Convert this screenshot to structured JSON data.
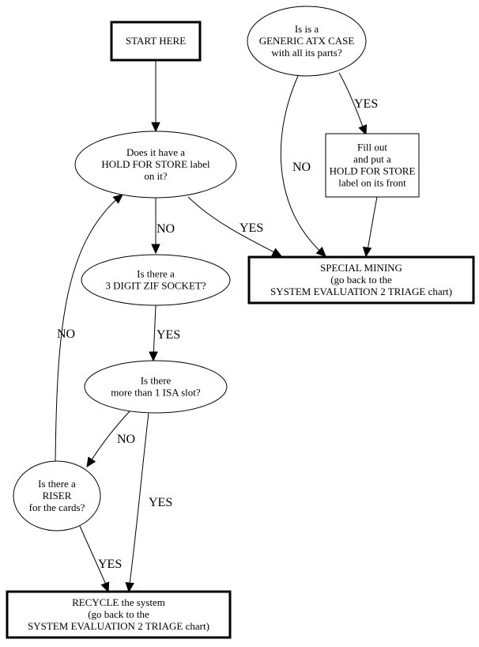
{
  "diagram": {
    "type": "flowchart",
    "nodes": [
      {
        "id": "start",
        "shape": "box-bold",
        "lines": [
          "START HERE"
        ]
      },
      {
        "id": "generic_atx",
        "shape": "ellipse",
        "lines": [
          "Is is a",
          "GENERIC ATX CASE",
          "with all its parts?"
        ]
      },
      {
        "id": "hold_label",
        "shape": "ellipse",
        "lines": [
          "Does it have a",
          "HOLD FOR STORE label",
          "on it?"
        ]
      },
      {
        "id": "fill_out",
        "shape": "box",
        "lines": [
          "Fill out",
          "and put a",
          "HOLD FOR STORE",
          "label on its front"
        ]
      },
      {
        "id": "special_mining",
        "shape": "box-bold",
        "lines": [
          "SPECIAL MINING",
          "(go back to the",
          "SYSTEM EVALUATION 2 TRIAGE chart)"
        ]
      },
      {
        "id": "zif_socket",
        "shape": "ellipse",
        "lines": [
          "Is there a",
          "3 DIGIT ZIF SOCKET?"
        ]
      },
      {
        "id": "isa_slot",
        "shape": "ellipse",
        "lines": [
          "Is there",
          "more than 1 ISA slot?"
        ]
      },
      {
        "id": "riser",
        "shape": "ellipse",
        "lines": [
          "Is there a",
          "RISER",
          "for the cards?"
        ]
      },
      {
        "id": "recycle",
        "shape": "box-bold",
        "lines": [
          "RECYCLE the system",
          "(go back to the",
          "SYSTEM EVALUATION 2 TRIAGE chart)"
        ]
      }
    ],
    "edges": [
      {
        "from": "start",
        "to": "hold_label",
        "label": ""
      },
      {
        "from": "generic_atx",
        "to": "fill_out",
        "label": "YES"
      },
      {
        "from": "generic_atx",
        "to": "special_mining",
        "label": "NO"
      },
      {
        "from": "fill_out",
        "to": "special_mining",
        "label": ""
      },
      {
        "from": "hold_label",
        "to": "special_mining",
        "label": "YES"
      },
      {
        "from": "hold_label",
        "to": "zif_socket",
        "label": "NO"
      },
      {
        "from": "zif_socket",
        "to": "isa_slot",
        "label": "YES"
      },
      {
        "from": "isa_slot",
        "to": "riser",
        "label": "NO"
      },
      {
        "from": "isa_slot",
        "to": "recycle",
        "label": "YES"
      },
      {
        "from": "riser",
        "to": "recycle",
        "label": "YES"
      },
      {
        "from": "riser",
        "to": "hold_label",
        "label": "NO"
      }
    ]
  }
}
